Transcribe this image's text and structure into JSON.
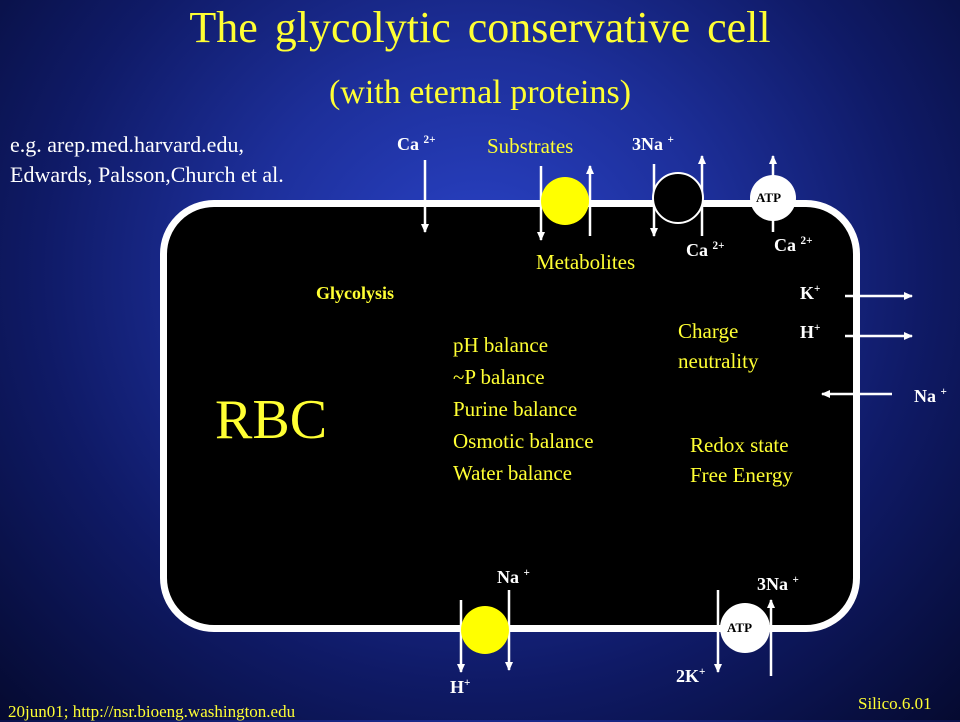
{
  "title": "The glycolytic conservative cell",
  "subtitle": "(with eternal proteins)",
  "reference": "e.g. arep.med.harvard.edu,\nEdwards, Palsson,Church et al.",
  "cell_label": "RBC",
  "pathway_label": "Glycolysis",
  "balances": "pH balance\n~P balance\nPurine balance\nOsmotic balance\nWater balance",
  "charge_text": "Charge\nneutrality",
  "redox_text": "Redox state\nFree Energy",
  "substrates_label": "Substrates",
  "metabolites_label": "Metabolites",
  "ion_labels": {
    "ca_in": "Ca",
    "ca_charge": "2+",
    "na_top": "3Na",
    "na_charge": "+",
    "ca_out1": "Ca",
    "ca_out2": "Ca",
    "k": "K",
    "k_charge": "+",
    "h": "H",
    "h_charge": "+",
    "na_side": "Na",
    "na_bottom": "Na",
    "h_bottom": "H",
    "na_bottom_right": "3Na",
    "k_bottom": "2K"
  },
  "atp_label": "ATP",
  "footer_left": "20jun01; http://nsr.bioeng.washington.edu",
  "footer_right": "Silico.6.01",
  "colors": {
    "title": "#ffff33",
    "cell_fill": "#000000",
    "membrane": "#ffffff",
    "transporter": "#ffff00"
  }
}
